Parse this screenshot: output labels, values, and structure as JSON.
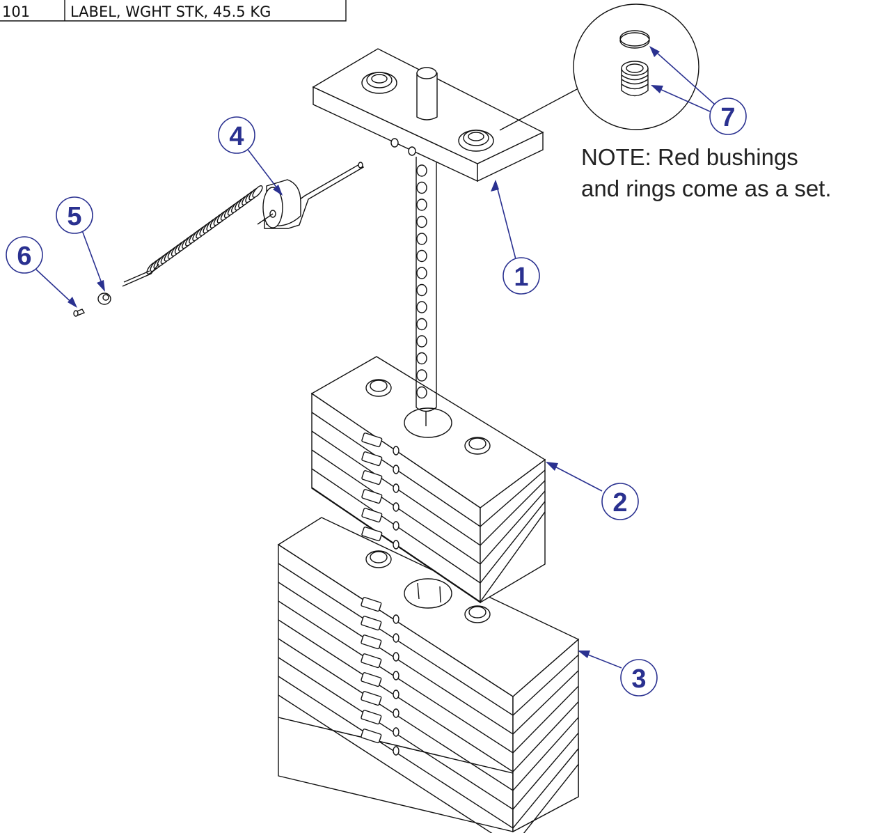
{
  "parts_table_row": {
    "item": "101",
    "description": "LABEL, WGHT STK, 45.5 KG"
  },
  "note": {
    "line1": "NOTE: Red bushings",
    "line2": "and rings come as a set."
  },
  "callouts": [
    {
      "id": "1",
      "label": "1"
    },
    {
      "id": "2",
      "label": "2"
    },
    {
      "id": "3",
      "label": "3"
    },
    {
      "id": "4",
      "label": "4"
    },
    {
      "id": "5",
      "label": "5"
    },
    {
      "id": "6",
      "label": "6"
    },
    {
      "id": "7",
      "label": "7"
    }
  ],
  "colors": {
    "callout": "#2a3190",
    "line": "#111111"
  }
}
